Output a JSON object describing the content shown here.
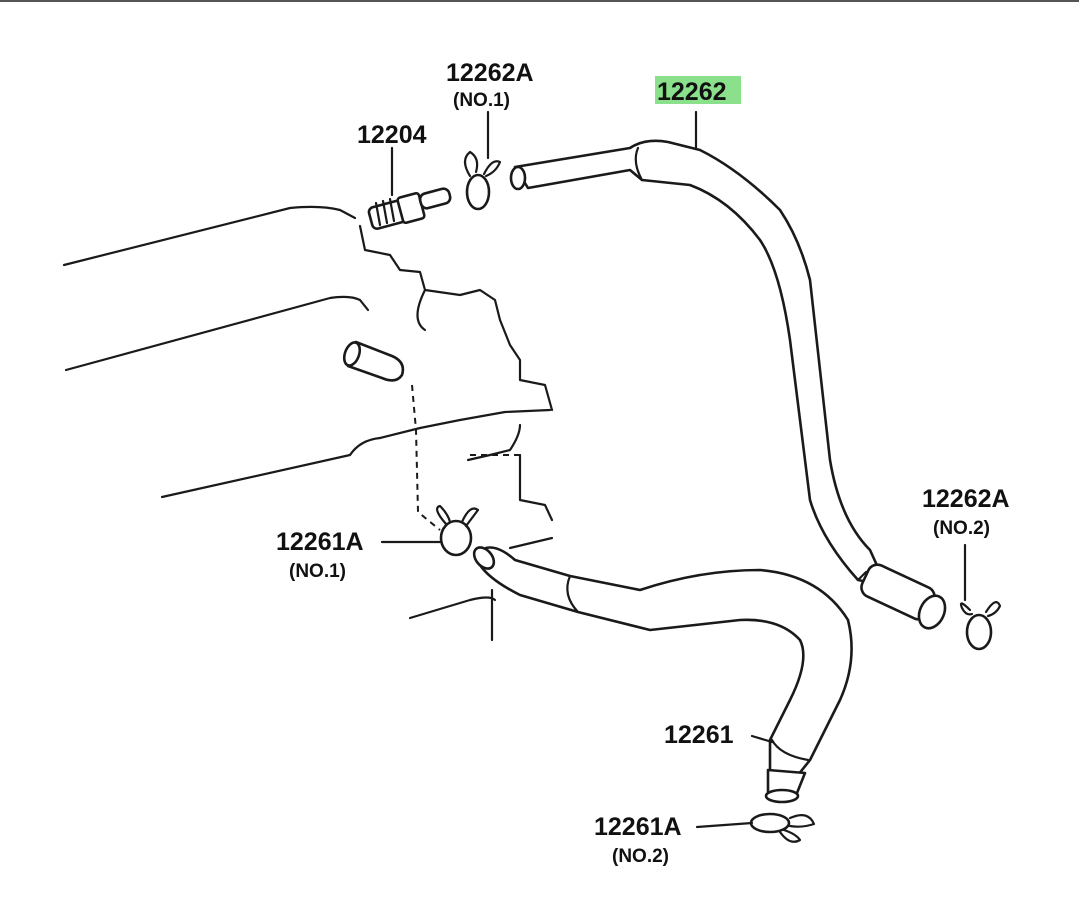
{
  "colors": {
    "highlight": "#8be08b",
    "line": "#1a1a1a",
    "background": "#ffffff"
  },
  "labels": {
    "p12262": "12262",
    "p12262A_1": "12262A",
    "p12262A_1_sub": "(NO.1)",
    "p12204": "12204",
    "p12262A_2": "12262A",
    "p12262A_2_sub": "(NO.2)",
    "p12261A_1": "12261A",
    "p12261A_1_sub": "(NO.1)",
    "p12261": "12261",
    "p12261A_2": "12261A",
    "p12261A_2_sub": "(NO.2)"
  }
}
